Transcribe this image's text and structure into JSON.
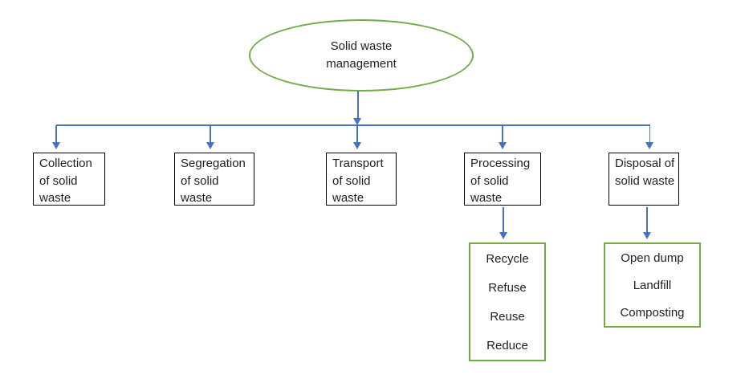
{
  "colors": {
    "accent_blue": "#4472C4",
    "accent_green": "#70AD47",
    "box_border": "#000000"
  },
  "diagram": {
    "root": {
      "label": "Solid waste management"
    },
    "stages": [
      {
        "label": "Collection of solid waste"
      },
      {
        "label": "Segregation of solid waste"
      },
      {
        "label": "Transport of solid waste"
      },
      {
        "label": "Processing of solid waste"
      },
      {
        "label": "Disposal of solid waste"
      }
    ],
    "processing_methods": {
      "lines": [
        "Recycle",
        "Refuse",
        "Reuse",
        "Reduce"
      ]
    },
    "disposal_methods": {
      "lines": [
        "Open dump",
        "Landfill",
        "Composting"
      ]
    }
  }
}
